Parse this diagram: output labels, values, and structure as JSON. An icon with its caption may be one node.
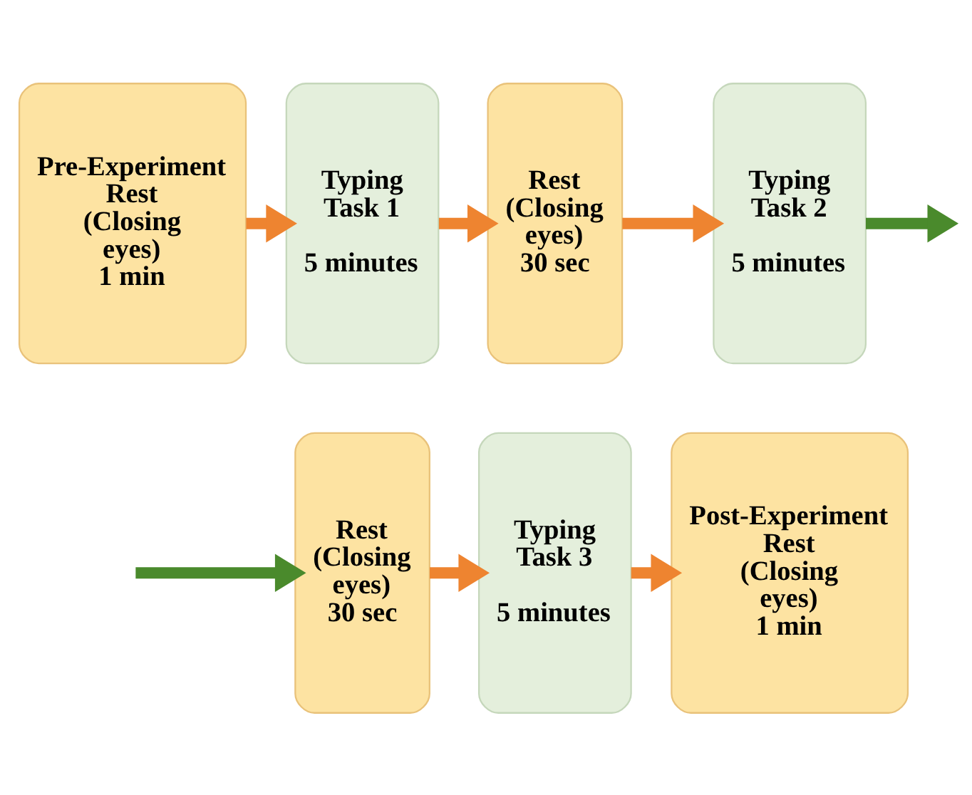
{
  "diagram": {
    "nodes": [
      {
        "text": [
          "Pre-Experiment Rest (Closing eyes) 1 min"
        ]
      },
      {
        "text": [
          "Typing Task 1",
          "5 minutes"
        ]
      },
      {
        "text": [
          "Rest (Closing eyes) 30 sec"
        ]
      },
      {
        "text": [
          "Typing Task 2",
          "5 minutes"
        ]
      },
      {
        "text": [
          "Rest (Closing eyes) 30 sec"
        ]
      },
      {
        "text": [
          "Typing Task 3",
          "5 minutes"
        ]
      },
      {
        "text": [
          "Post-Experiment Rest (Closing eyes) 1 min"
        ]
      }
    ],
    "edges": [
      {
        "from": 0,
        "to": 1,
        "arrow": "to"
      },
      {
        "from": 1,
        "to": 2,
        "arrow": "to"
      },
      {
        "from": 2,
        "to": 3,
        "arrow": "to"
      },
      {
        "from": 3,
        "to": null,
        "arrow": "to",
        "color": "#4a8a2c"
      },
      {
        "from": null,
        "to": 4,
        "arrow": "to",
        "color": "#4a8a2c"
      },
      {
        "from": 4,
        "to": 5,
        "arrow": "to"
      },
      {
        "from": 5,
        "to": 6,
        "arrow": "to"
      }
    ]
  }
}
